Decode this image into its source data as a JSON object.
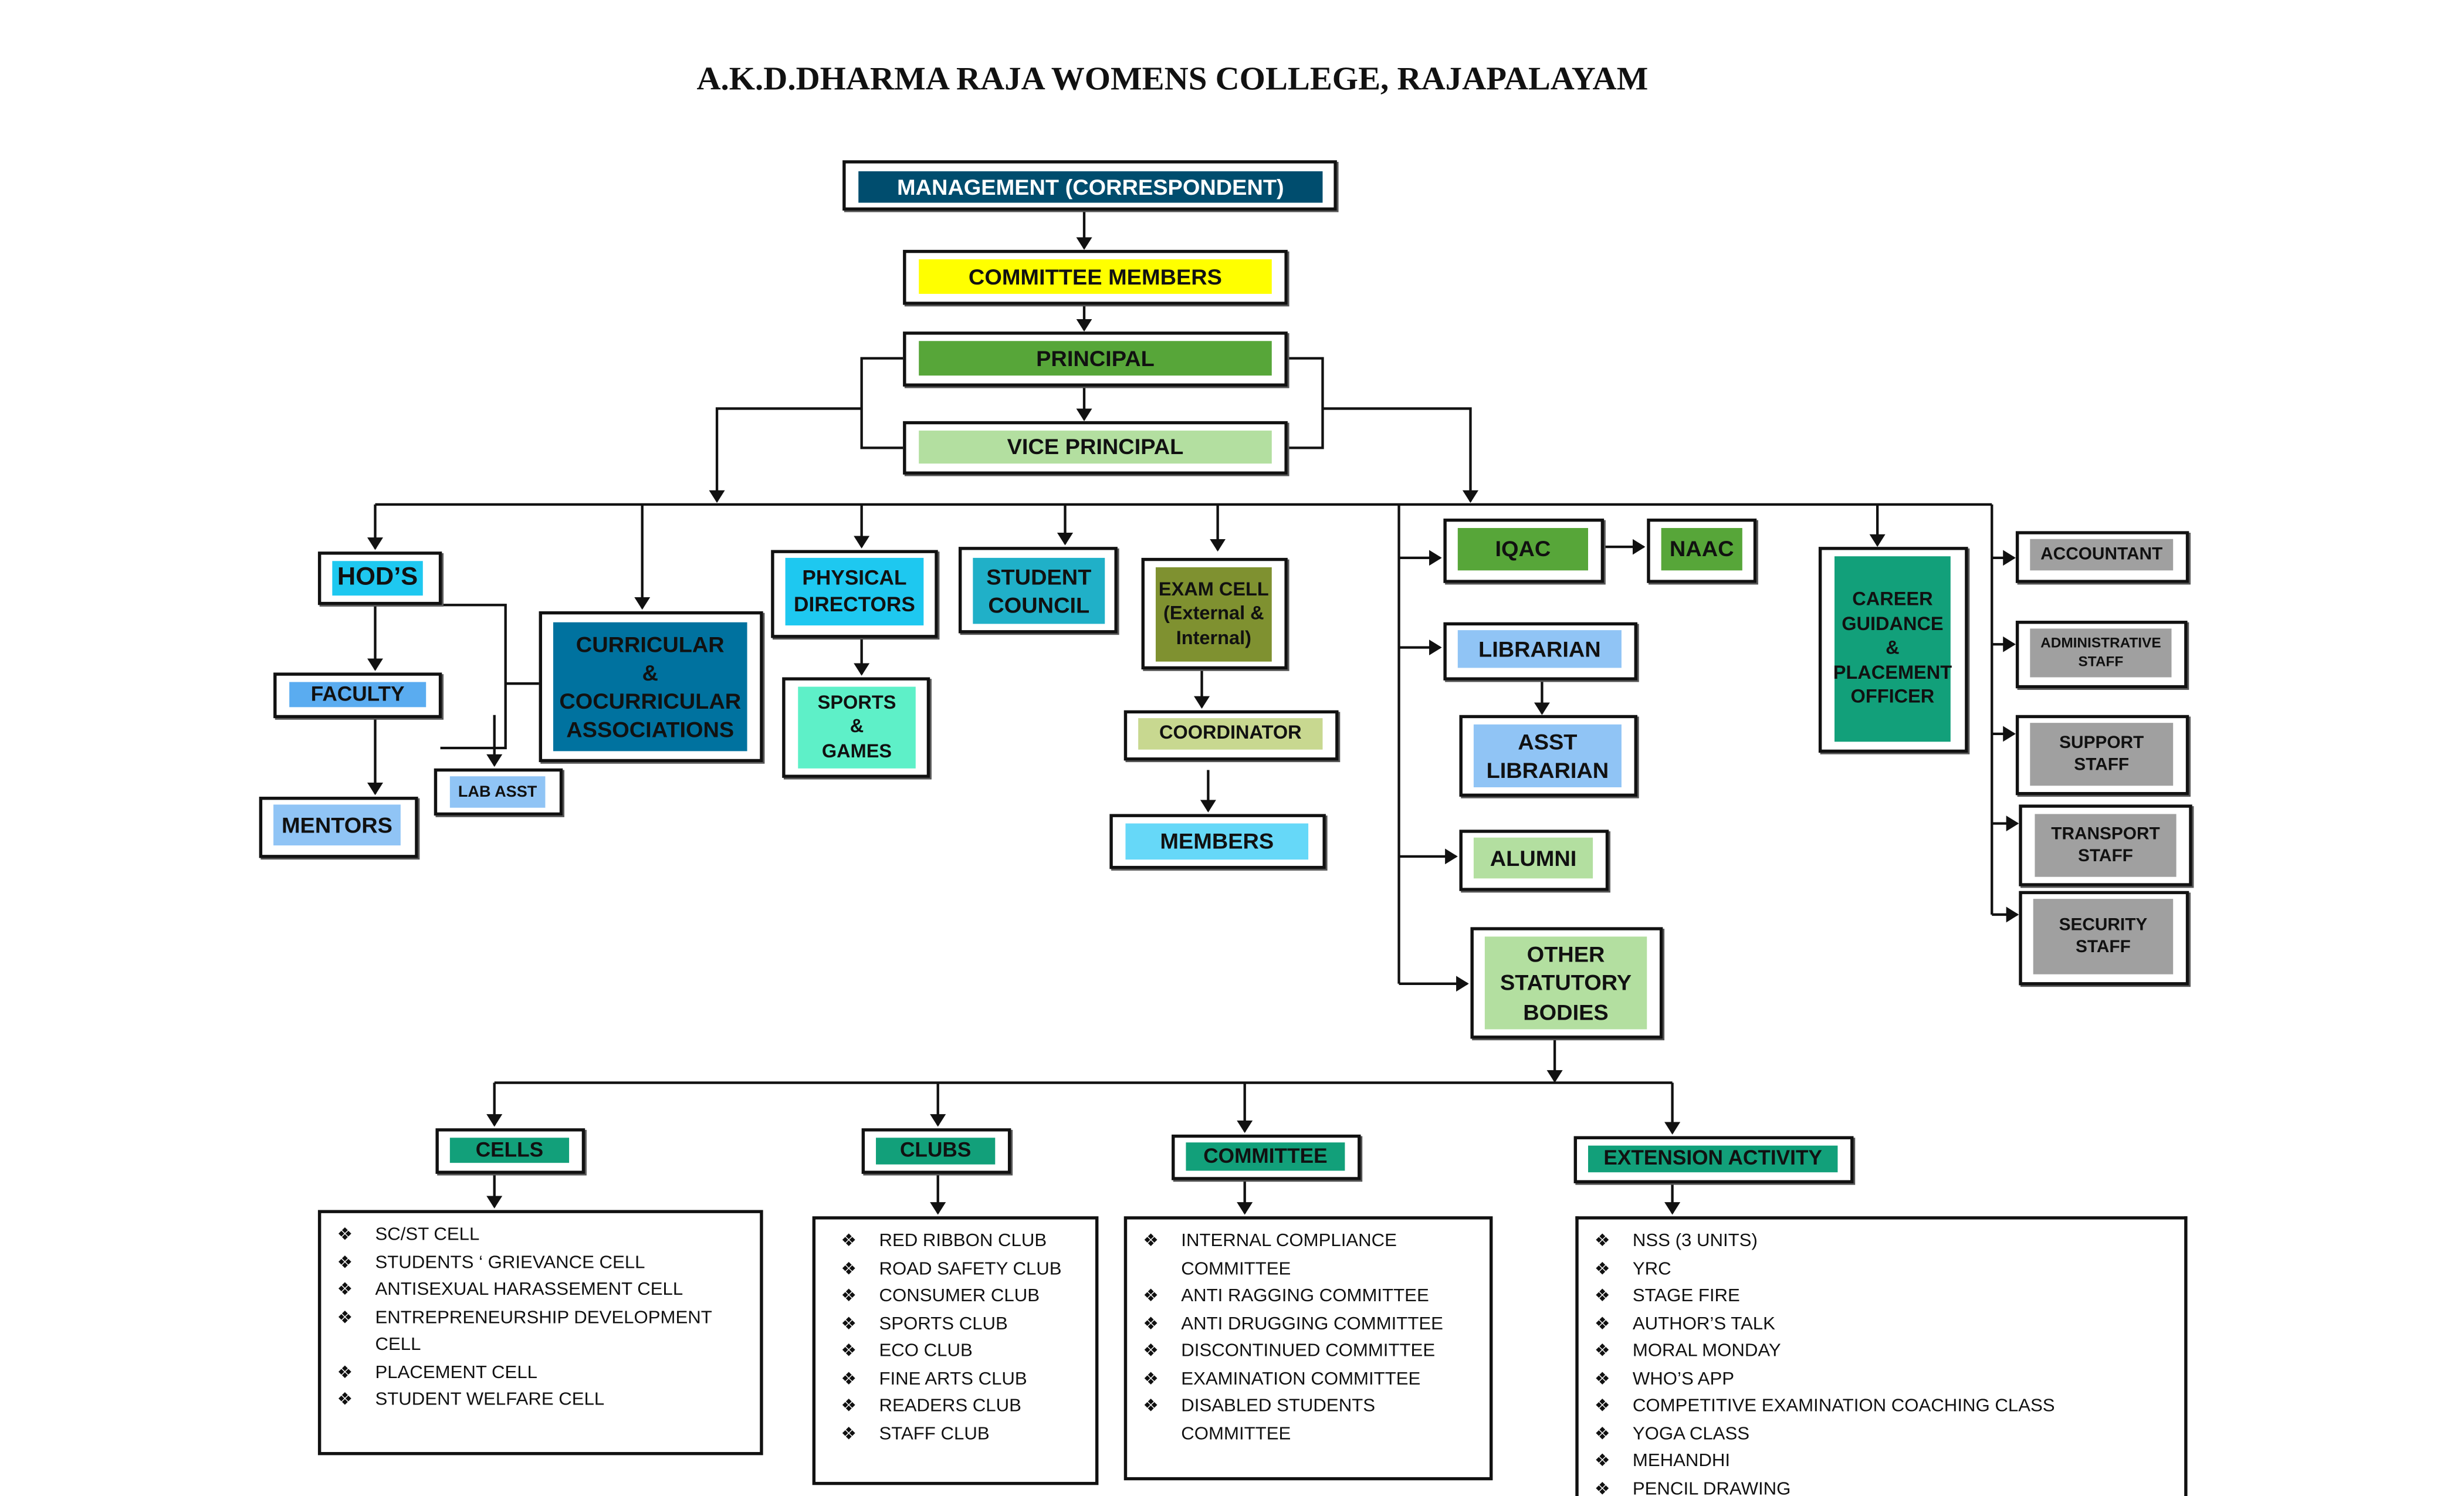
{
  "title": "A.K.D.DHARMA RAJA WOMENS COLLEGE, RAJAPALAYAM",
  "nodes": {
    "management": "MANAGEMENT (CORRESPONDENT)",
    "committee_members": "COMMITTEE MEMBERS",
    "principal": "PRINCIPAL",
    "vice_principal": "VICE PRINCIPAL",
    "hods": "HOD’S",
    "faculty": "FACULTY",
    "mentors": "MENTORS",
    "lab_asst": "LAB ASST",
    "curricular": "CURRICULAR\n&\nCOCURRICULAR\nASSOCIATIONS",
    "physical_directors": "PHYSICAL\nDIRECTORS",
    "sports_games": "SPORTS\n&\nGAMES",
    "student_council": "STUDENT\nCOUNCIL",
    "exam_cell": "EXAM CELL\n(External &\nInternal)",
    "coordinator": "COORDINATOR",
    "members": "MEMBERS",
    "iqac": "IQAC",
    "naac": "NAAC",
    "librarian": "LIBRARIAN",
    "asst_librarian": "ASST\nLIBRARIAN",
    "alumni": "ALUMNI",
    "other_statutory": "OTHER\nSTATUTORY\nBODIES",
    "career": "CAREER\nGUIDANCE\n&\nPLACEMENT\nOFFICER",
    "accountant": "ACCOUNTANT",
    "admin_staff": "ADMINISTRATIVE\nSTAFF",
    "support_staff": "SUPPORT\nSTAFF",
    "transport_staff": "TRANSPORT\nSTAFF",
    "security_staff": "SECURITY\nSTAFF",
    "cells": "CELLS",
    "clubs": "CLUBS",
    "committee": "COMMITTEE",
    "extension": "EXTENSION ACTIVITY"
  },
  "lists": {
    "cells": [
      "SC/ST CELL",
      "STUDENTS ‘ GRIEVANCE CELL",
      "ANTISEXUAL HARASSEMENT CELL",
      "ENTREPRENEURSHIP DEVELOPMENT\nCELL",
      "PLACEMENT CELL",
      "STUDENT WELFARE CELL"
    ],
    "clubs": [
      "RED RIBBON CLUB",
      "ROAD SAFETY CLUB",
      "CONSUMER CLUB",
      "SPORTS CLUB",
      "ECO CLUB",
      "FINE ARTS CLUB",
      "READERS CLUB",
      "STAFF CLUB"
    ],
    "committee": [
      "INTERNAL COMPLIANCE\nCOMMITTEE",
      "ANTI RAGGING COMMITTEE",
      "ANTI DRUGGING COMMITTEE",
      "DISCONTINUED COMMITTEE",
      "EXAMINATION COMMITTEE",
      "DISABLED STUDENTS COMMITTEE"
    ],
    "extension": [
      "NSS  (3 UNITS)",
      "YRC",
      "STAGE FIRE",
      "AUTHOR’S TALK",
      "MORAL MONDAY",
      "WHO’S APP",
      "COMPETITIVE EXAMINATION COACHING CLASS",
      "YOGA CLASS",
      "MEHANDHI",
      "PENCIL DRAWING"
    ]
  },
  "bullet_icon": "❖",
  "colors": {
    "management": "#004d6e",
    "yellow": "#ffff00",
    "green": "#57a639",
    "light_green": "#b3dfa0",
    "cyan": "#1ec8f0",
    "blue": "#5aacf0",
    "light_blue": "#90c4f5",
    "teal_dark": "#00729f",
    "mint": "#5ef0c8",
    "teal": "#20b0c8",
    "olive": "#7f9130",
    "khaki": "#c8d890",
    "sky": "#66d8f8",
    "emerald": "#12a07a",
    "gray": "#a0a0a0"
  }
}
